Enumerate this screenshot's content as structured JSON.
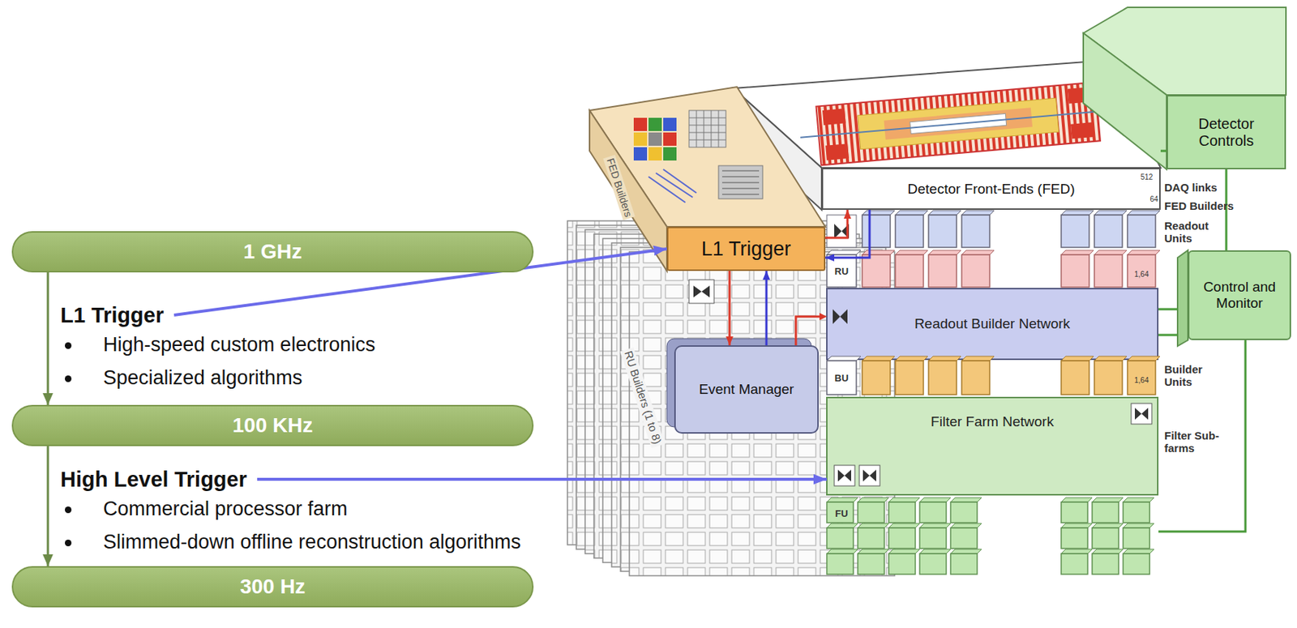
{
  "diagram": {
    "nodes": [
      {
        "text": [
          "1 GHz"
        ]
      },
      {
        "text": [
          "L1 Trigger",
          "High-speed custom electronics",
          "Specialized algorithms"
        ]
      },
      {
        "text": [
          "100 KHz"
        ]
      },
      {
        "text": [
          "High Level Trigger",
          "Commercial processor farm",
          "Slimmed-down offline reconstruction algorithms"
        ]
      },
      {
        "text": [
          "300 Hz"
        ]
      },
      {
        "text": [
          "Detector Controls"
        ]
      },
      {
        "text": [
          "Detector Front-Ends (FED)"
        ]
      },
      {
        "text": [
          "L1 Trigger"
        ]
      },
      {
        "text": [
          "Readout Builder Network"
        ]
      },
      {
        "text": [
          "Control and Monitor"
        ]
      },
      {
        "text": [
          "Event Manager"
        ]
      },
      {
        "text": [
          "Filter Farm Network"
        ]
      }
    ],
    "edges": [
      {
        "from": 0,
        "to": 2,
        "arrow": "to"
      },
      {
        "from": 2,
        "to": 4,
        "arrow": "to"
      },
      {
        "from": 1,
        "to": 7,
        "arrow": "to"
      },
      {
        "from": 3,
        "to": 11,
        "arrow": "to"
      },
      {
        "from": 7,
        "to": 6,
        "arrow": "to"
      },
      {
        "from": 6,
        "to": 7,
        "arrow": "to"
      },
      {
        "from": 7,
        "to": 10,
        "arrow": "to"
      },
      {
        "from": 10,
        "to": 7,
        "arrow": "to"
      }
    ],
    "labels": [
      "FED Builders",
      "RU Builders (1 to 8)",
      "512",
      "DAQ links",
      "64",
      "FED Builders",
      "Readout Units",
      "RU",
      "1,64",
      "Builder Units",
      "BU",
      "1,64",
      "Filter Sub-farms",
      "FU"
    ]
  }
}
